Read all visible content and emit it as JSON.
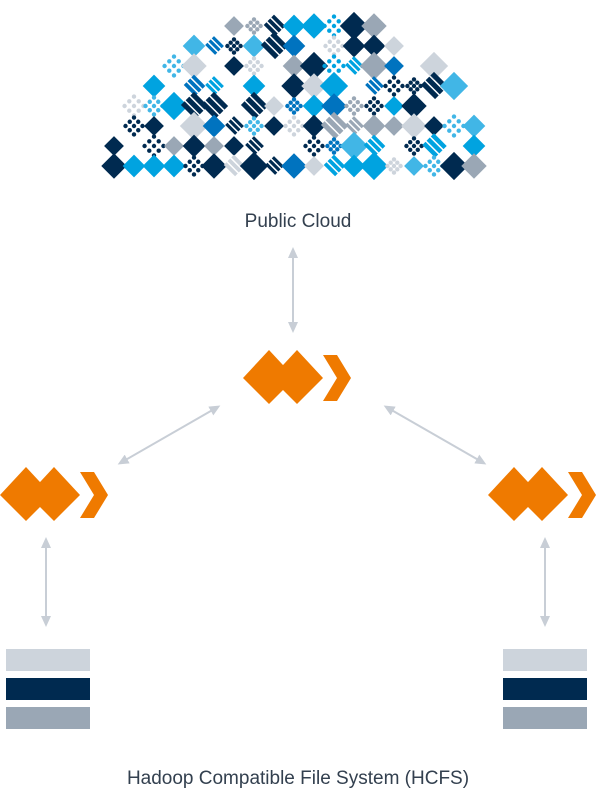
{
  "labels": {
    "cloud": "Public Cloud",
    "hcfs": "Hadoop Compatible File System (HCFS)"
  },
  "nodes": [
    {
      "id": "center",
      "icon": "wandisco-logo-icon"
    },
    {
      "id": "left",
      "icon": "wandisco-logo-icon"
    },
    {
      "id": "right",
      "icon": "wandisco-logo-icon"
    }
  ],
  "storage_stack_colors": [
    "#cdd4dc",
    "#002a50",
    "#9aa7b5"
  ],
  "colors": {
    "brand_orange": "#ef7a00",
    "arrow": "#c8ced6",
    "text": "#33404f",
    "cloud_palette": [
      "#00a3e0",
      "#0073bf",
      "#002a50",
      "#9aa7b5",
      "#cdd4dc",
      "#41b6e6"
    ]
  }
}
